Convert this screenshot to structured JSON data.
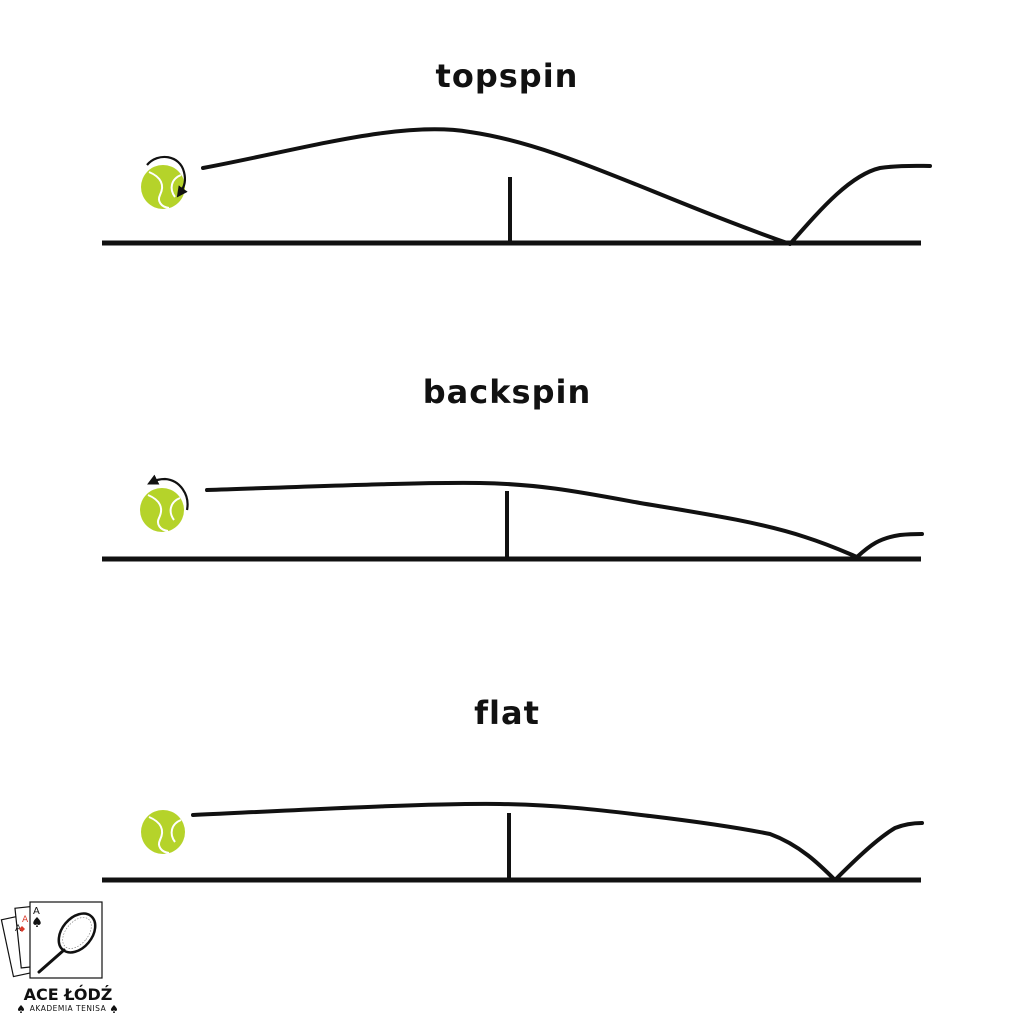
{
  "diagram": {
    "panels": [
      {
        "id": "topspin",
        "title": "topspin",
        "spin_arrow": "clockwise"
      },
      {
        "id": "backspin",
        "title": "backspin",
        "spin_arrow": "counter-clockwise"
      },
      {
        "id": "flat",
        "title": "flat",
        "spin_arrow": "none"
      }
    ]
  },
  "logo": {
    "name": "ACE ŁÓDŹ",
    "subtitle": "AKADEMIA TENISA",
    "icons": [
      "playing-cards-icon",
      "tennis-racket-icon",
      "spade-icon"
    ]
  },
  "colors": {
    "ball": "#b5d32a",
    "ball_seam": "#ffffff",
    "line": "#111111",
    "card_red": "#d93a2b",
    "background": "#ffffff"
  }
}
